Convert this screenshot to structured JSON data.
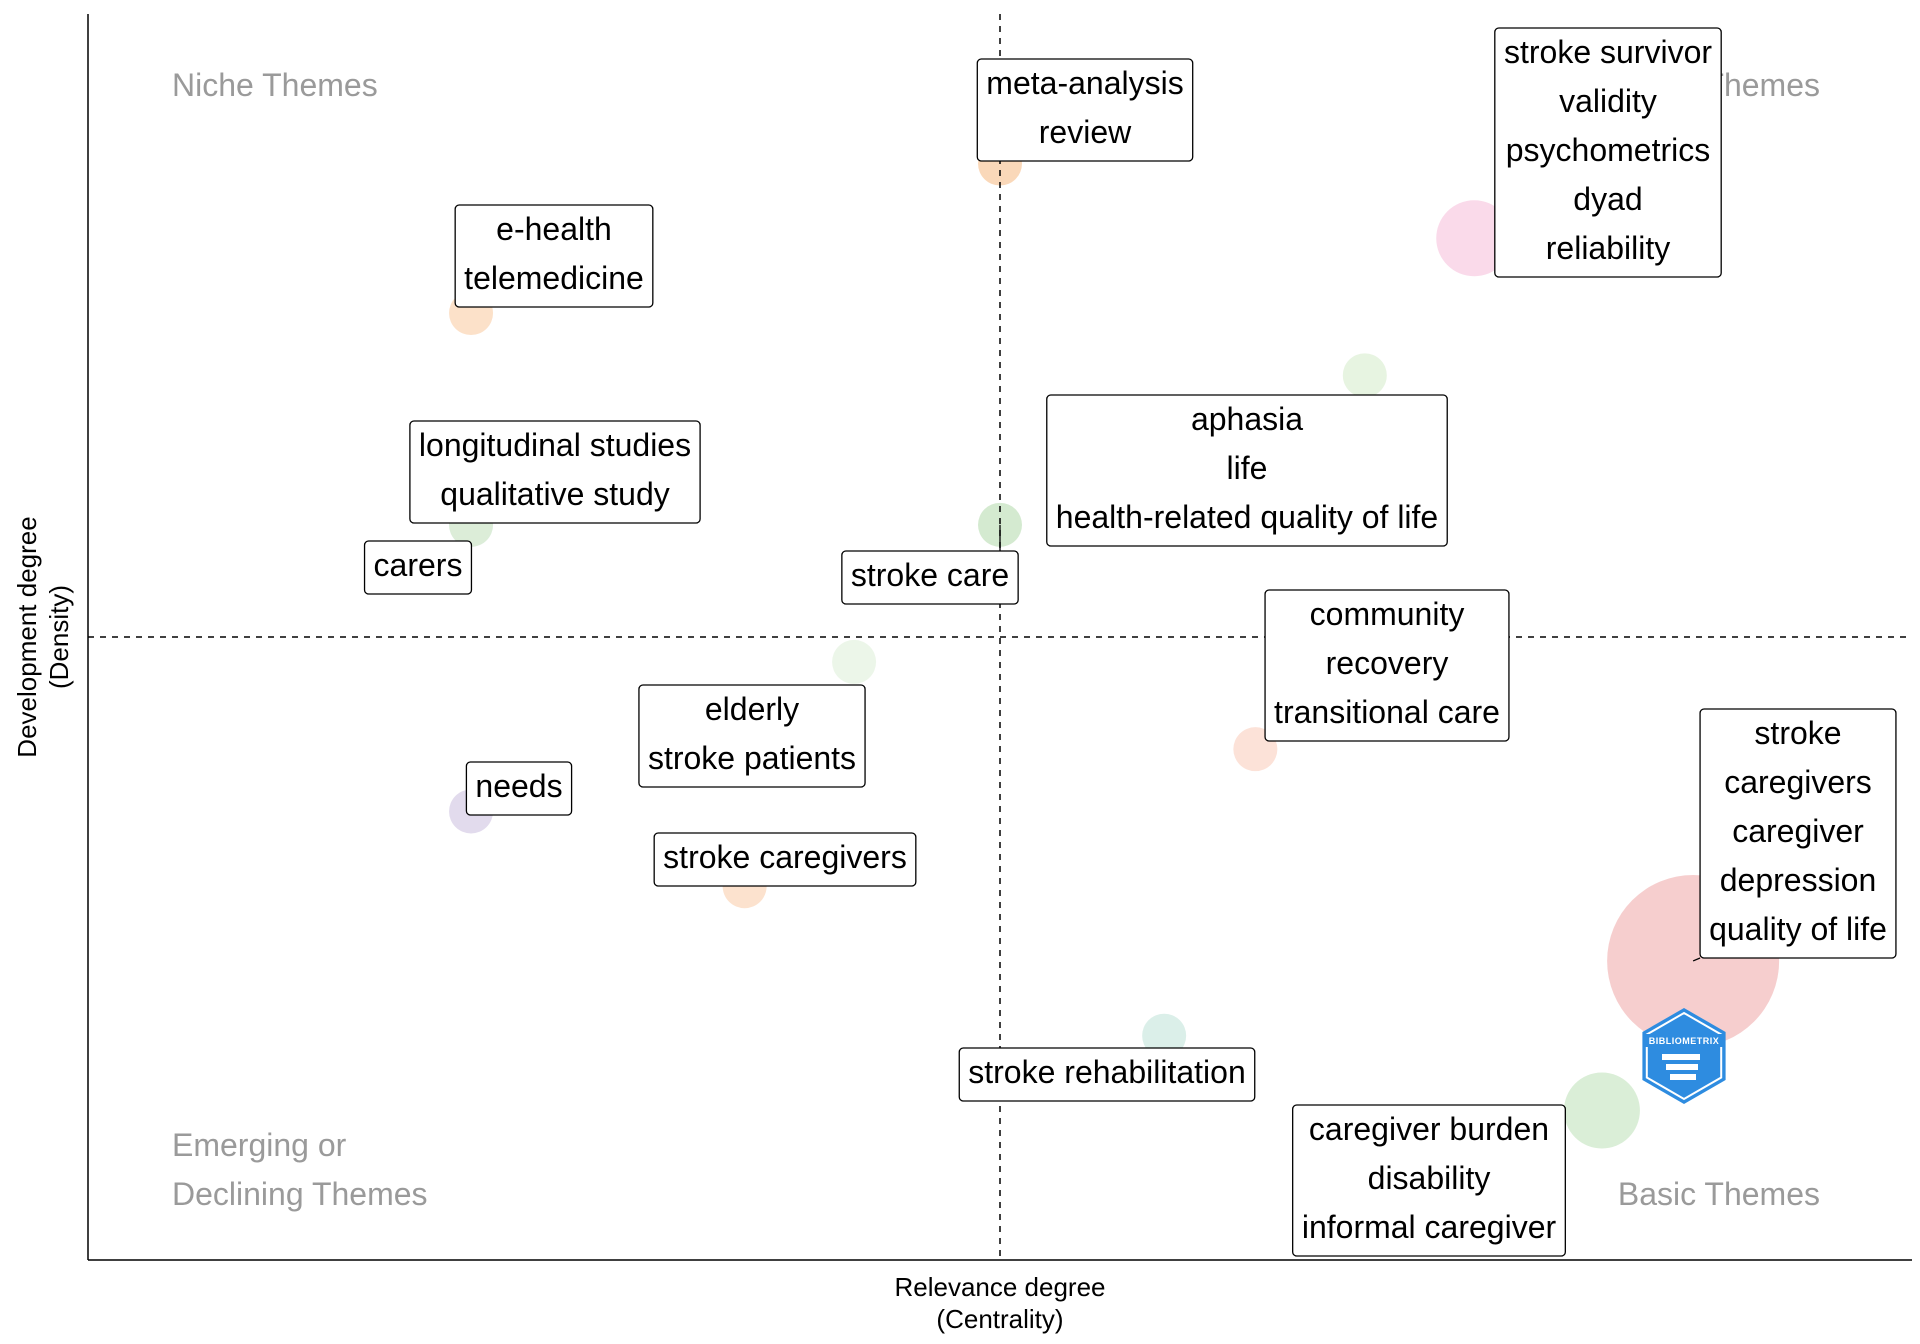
{
  "chart_data": {
    "type": "scatter",
    "xlabel": "Relevance degree\n(Centrality)",
    "ylabel": "Development degree\n(Density)",
    "quadrant_labels": {
      "top_left": "Niche Themes",
      "top_right": "Motor Themes",
      "bottom_left": "Emerging or\nDeclining Themes",
      "bottom_right": "Basic Themes"
    },
    "grid": false,
    "legend": "none",
    "reference_lines": {
      "x": 0.5,
      "y": 0.5
    },
    "xlim": [
      0,
      1
    ],
    "ylim": [
      0,
      1
    ],
    "clusters": [
      {
        "keywords": [
          "meta-analysis",
          "review"
        ],
        "x": 0.5,
        "y": 0.88,
        "size": 1,
        "color": "#f9d1ad"
      },
      {
        "keywords": [
          "stroke survivor",
          "validity",
          "psychometrics",
          "dyad",
          "reliability"
        ],
        "x": 0.76,
        "y": 0.82,
        "size": 2,
        "color": "#f9d3e6"
      },
      {
        "keywords": [
          "e-health",
          "telemedicine"
        ],
        "x": 0.21,
        "y": 0.76,
        "size": 1,
        "color": "#fbdcbf"
      },
      {
        "keywords": [
          "aphasia",
          "life",
          "health-related quality of life"
        ],
        "x": 0.7,
        "y": 0.71,
        "size": 1,
        "color": "#e3f2dc"
      },
      {
        "keywords": [
          "longitudinal studies",
          "qualitative study"
        ],
        "x": 0.21,
        "y": 0.59,
        "size": 1,
        "color": "#e2edf6"
      },
      {
        "keywords": [
          "carers"
        ],
        "x": 0.21,
        "y": 0.59,
        "size": 1,
        "color": "#d9ecd2"
      },
      {
        "keywords": [
          "stroke care"
        ],
        "x": 0.5,
        "y": 0.59,
        "size": 1,
        "color": "#cde6c8"
      },
      {
        "keywords": [
          "elderly",
          "stroke patients"
        ],
        "x": 0.42,
        "y": 0.48,
        "size": 1,
        "color": "#e9f4e5"
      },
      {
        "keywords": [
          "community",
          "recovery",
          "transitional care"
        ],
        "x": 0.64,
        "y": 0.41,
        "size": 1,
        "color": "#fcddd1"
      },
      {
        "keywords": [
          "needs"
        ],
        "x": 0.21,
        "y": 0.36,
        "size": 1,
        "color": "#ddd5ea"
      },
      {
        "keywords": [
          "stroke caregivers"
        ],
        "x": 0.36,
        "y": 0.3,
        "size": 1,
        "color": "#fbddc5"
      },
      {
        "keywords": [
          "stroke",
          "caregivers",
          "caregiver",
          "depression",
          "quality of life"
        ],
        "x": 0.88,
        "y": 0.24,
        "size": 5,
        "color": "#f4c6c6"
      },
      {
        "keywords": [
          "stroke rehabilitation"
        ],
        "x": 0.59,
        "y": 0.18,
        "size": 1,
        "color": "#d5ece5"
      },
      {
        "keywords": [
          "caregiver burden",
          "disability",
          "informal caregiver"
        ],
        "x": 0.83,
        "y": 0.12,
        "size": 2,
        "color": "#d4ebd0"
      }
    ]
  },
  "logo": {
    "text": "BIBLIOMETRIX",
    "color": "#2e8ce0"
  }
}
